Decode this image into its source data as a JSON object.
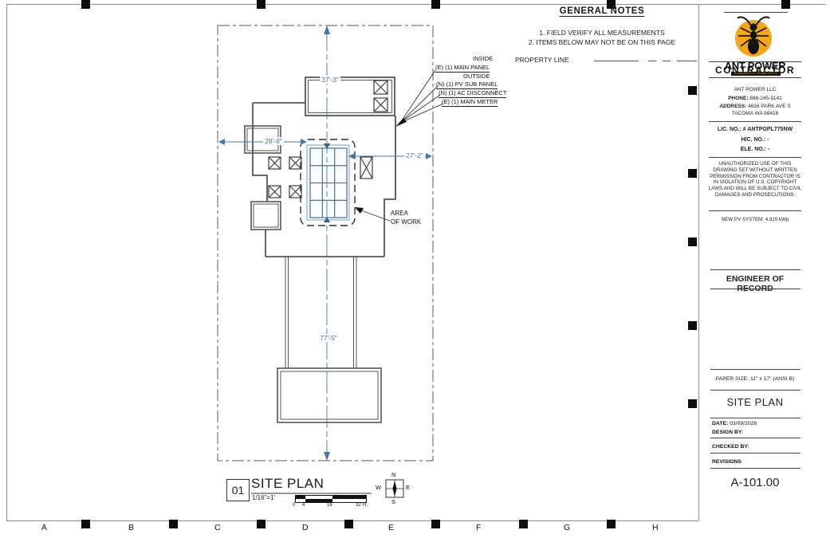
{
  "general_notes": {
    "title": "GENERAL NOTES",
    "items": [
      "1. FIELD VERIFY ALL MEASUREMENTS",
      "2. ITEMS BELOW MAY NOT BE ON THIS PAGE"
    ],
    "property_line_label": "PROPERTY LINE"
  },
  "equipment_labels": {
    "inside": "INSIDE",
    "main_panel": "(E) (1) MAIN PANEL",
    "outside": "OUTSIDE",
    "pv_sub_panel": "(N) (1) PV SUB PANEL",
    "ac_disconnect": "(N) (1) AC DISCONNECT",
    "main_meter": "(E) (1) MAIN METER"
  },
  "dimensions": {
    "top_width": "37'-3\"",
    "left_width": "28'-8\"",
    "right_width": "27'-2\"",
    "bottom_length": "77'-5\""
  },
  "area_of_work": {
    "line1": "AREA",
    "line2": "OF WORK"
  },
  "title_block": {
    "detail_number": "01",
    "title": "SITE PLAN",
    "scale": "1/16\"=1'",
    "scale_bar_labels": [
      "0",
      "4",
      "16",
      "32 Ft."
    ],
    "compass": {
      "n": "N",
      "w": "W",
      "e": "E",
      "s": "S"
    }
  },
  "grid_letters": [
    "A",
    "B",
    "C",
    "D",
    "E",
    "F",
    "G",
    "H"
  ],
  "sidebar": {
    "logo": {
      "name": "ANT POWER",
      "tagline": "RESIDENTIAL COMMERCIAL ELECTRICAL"
    },
    "contractor": {
      "heading": "CONTRACTOR",
      "company": "ANT POWER LLC",
      "phone_label": "PHONE:",
      "phone": "888-245-9141",
      "address_label": "ADDRESS:",
      "address": "4616 PARK AVE S",
      "city": "TACOMA WA 98418",
      "lic": "LIC. NO.: # ANTPOPL775NW",
      "hic": "HIC. NO.: -",
      "ele": "ELE. NO.: -"
    },
    "disclaimer": "UNAUTHORIZED USE OF THIS DRAWING SET WITHOUT WRITTEN PERMISSION FROM CONTRACTOR IS IN VIOLATION OF U.S. COPYRIGHT LAWS AND WILL BE SUBJECT TO CIVIL DAMAGES AND PROSECUTIONS.",
    "system_size": "NEW PV SYSTEM: 4.920 kWp",
    "engineer_heading": "ENGINEER OF RECORD",
    "paper_size": "PAPER SIZE: 11\" x 17\" (ANSI B)",
    "sheet_title": "SITE PLAN",
    "date_label": "DATE:",
    "date_value": "03/09/2026",
    "design_by": "DESIGN BY:",
    "checked_by": "CHECKED BY:",
    "revisions": "REVISIONS",
    "sheet_number": "A-101.00"
  }
}
